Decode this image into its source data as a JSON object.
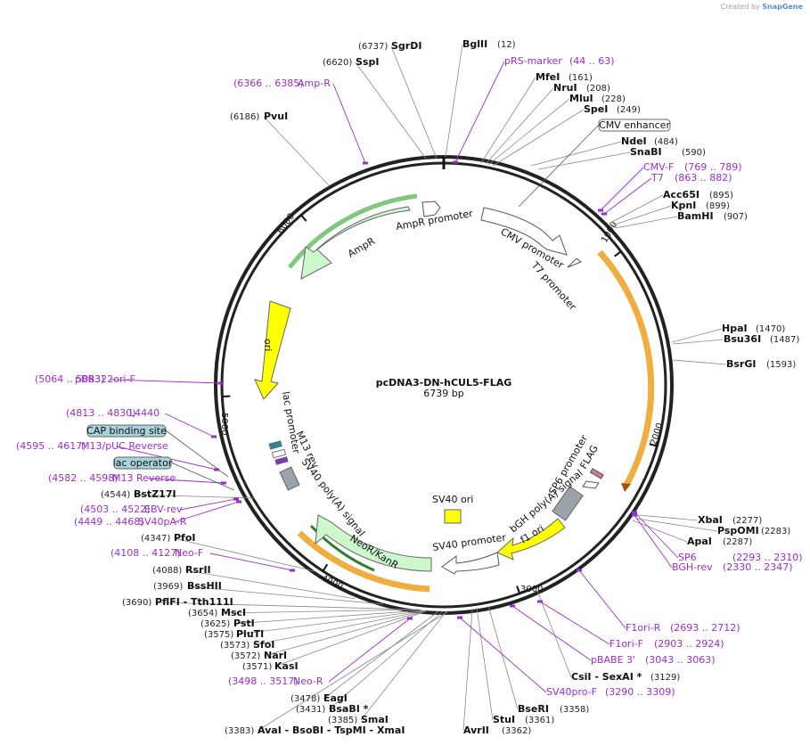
{
  "credit": {
    "prefix": "Created by",
    "brand": "SnapGene"
  },
  "plasmid": {
    "name": "pcDNA3-DN-hCUL5-FLAG",
    "length": "6739 bp"
  },
  "ticks": [
    "1000",
    "2000",
    "3000",
    "4000",
    "5000",
    "6000"
  ],
  "sites": [
    {
      "pos": "(6737)",
      "name": "SgrDI"
    },
    {
      "pos": "(12)",
      "name": "BglII"
    },
    {
      "pos": "(6620)",
      "name": "SspI"
    },
    {
      "pos": "(161)",
      "name": "MfeI"
    },
    {
      "pos": "(208)",
      "name": "NruI"
    },
    {
      "pos": "(228)",
      "name": "MluI"
    },
    {
      "pos": "(249)",
      "name": "SpeI"
    },
    {
      "pos": "(6186)",
      "name": "PvuI"
    },
    {
      "pos": "(484)",
      "name": "NdeI"
    },
    {
      "pos": "(590)",
      "name": "SnaBI"
    },
    {
      "pos": "(895)",
      "name": "Acc65I"
    },
    {
      "pos": "(899)",
      "name": "KpnI"
    },
    {
      "pos": "(907)",
      "name": "BamHI"
    },
    {
      "pos": "(1470)",
      "name": "HpaI"
    },
    {
      "pos": "(1487)",
      "name": "Bsu36I"
    },
    {
      "pos": "(1593)",
      "name": "BsrGI"
    },
    {
      "pos": "(2277)",
      "name": "XbaI"
    },
    {
      "pos": "(2283)",
      "name": "PspOMI"
    },
    {
      "pos": "(2287)",
      "name": "ApaI"
    },
    {
      "pos": "(3129)",
      "name": "CsiI - SexAI *"
    },
    {
      "pos": "(3358)",
      "name": "BseRI"
    },
    {
      "pos": "(3361)",
      "name": "StuI"
    },
    {
      "pos": "(3362)",
      "name": "AvrII"
    },
    {
      "pos": "(3383)",
      "name": "AvaI - BsoBI - TspMI - XmaI"
    },
    {
      "pos": "(3385)",
      "name": "SmaI"
    },
    {
      "pos": "(3431)",
      "name": "BsaBI *"
    },
    {
      "pos": "(3478)",
      "name": "EagI"
    },
    {
      "pos": "(3571)",
      "name": "KasI"
    },
    {
      "pos": "(3572)",
      "name": "NarI"
    },
    {
      "pos": "(3573)",
      "name": "SfoI"
    },
    {
      "pos": "(3575)",
      "name": "PluTI"
    },
    {
      "pos": "(3625)",
      "name": "PstI"
    },
    {
      "pos": "(3654)",
      "name": "MscI"
    },
    {
      "pos": "(3690)",
      "name": "PflFI - Tth111I"
    },
    {
      "pos": "(3969)",
      "name": "BssHII"
    },
    {
      "pos": "(4088)",
      "name": "RsrII"
    },
    {
      "pos": "(4347)",
      "name": "PfoI"
    },
    {
      "pos": "(4544)",
      "name": "BstZ17I"
    }
  ],
  "primers": [
    {
      "name": "pRS-marker",
      "range": "(44 .. 63)"
    },
    {
      "name": "Amp-R",
      "range": "(6366 .. 6385)"
    },
    {
      "name": "CMV-F",
      "range": "(769 .. 789)"
    },
    {
      "name": "T7",
      "range": "(863 .. 882)"
    },
    {
      "name": "pBR322ori-F",
      "range": "(5064 .. 5083)"
    },
    {
      "name": "L4440",
      "range": "(4813 .. 4830)"
    },
    {
      "name": "M13/pUC Reverse",
      "range": "(4595 .. 4617)"
    },
    {
      "name": "M13 Reverse",
      "range": "(4582 .. 4598)"
    },
    {
      "name": "EBV-rev",
      "range": "(4503 .. 4522)"
    },
    {
      "name": "SV40pA-R",
      "range": "(4449 .. 4468)"
    },
    {
      "name": "Neo-F",
      "range": "(4108 .. 4127)"
    },
    {
      "name": "Neo-R",
      "range": "(3498 .. 3517)"
    },
    {
      "name": "SP6",
      "range": "(2293 .. 2310)"
    },
    {
      "name": "BGH-rev",
      "range": "(2330 .. 2347)"
    },
    {
      "name": "F1ori-R",
      "range": "(2693 .. 2712)"
    },
    {
      "name": "F1ori-F",
      "range": "(2903 .. 2924)"
    },
    {
      "name": "pBABE 3'",
      "range": "(3043 .. 3063)"
    },
    {
      "name": "SV40pro-F",
      "range": "(3290 .. 3309)"
    }
  ],
  "boxed_labels": [
    "CMV enhancer",
    "CAP binding site",
    "lac operator"
  ],
  "features": [
    "AmpR promoter",
    "AmpR",
    "CMV promoter",
    "T7 promoter",
    "ori",
    "lac promoter",
    "M13 rev",
    "SV40 poly(A) signal",
    "NeoR/KanR",
    "SV40 ori",
    "SV40 promoter",
    "f1 ori",
    "bGH poly(A) signal",
    "SP6 promoter",
    "FLAG"
  ]
}
